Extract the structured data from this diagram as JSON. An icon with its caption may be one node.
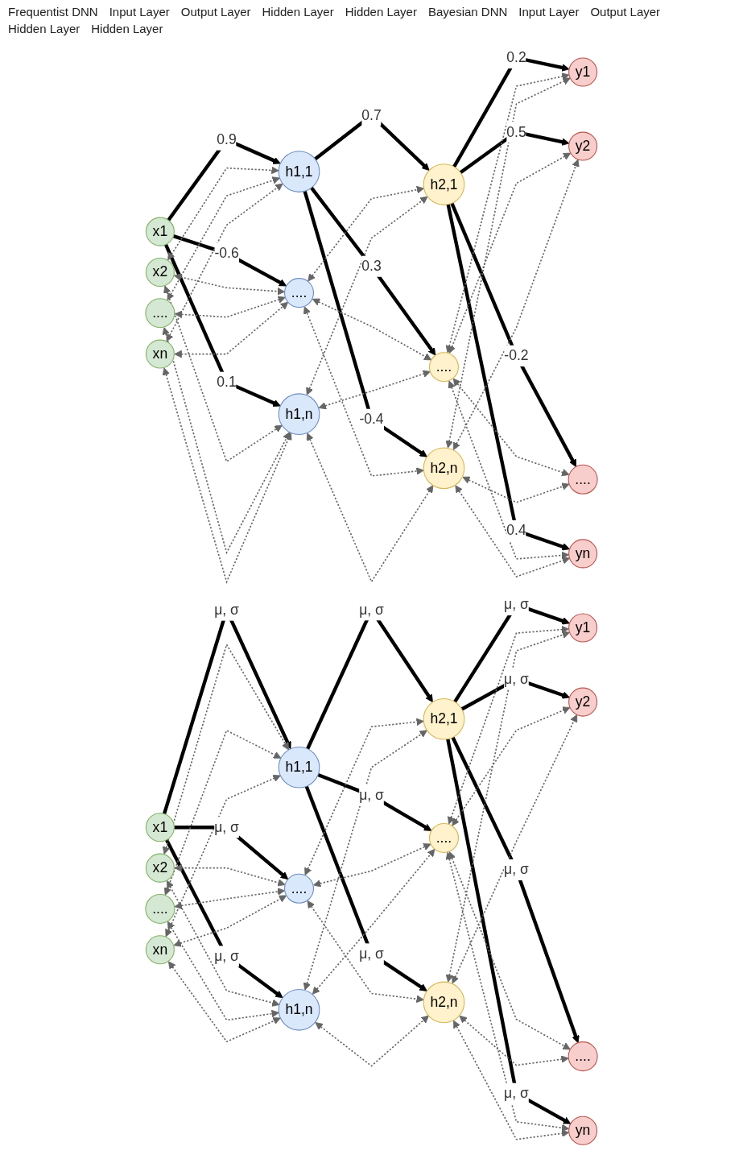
{
  "diagram": {
    "nodes": [
      {
        "text": [
          "x1"
        ]
      },
      {
        "text": [
          "x2"
        ]
      },
      {
        "text": [
          "...."
        ]
      },
      {
        "text": [
          "xn"
        ]
      },
      {
        "text": [
          "h1,1"
        ]
      },
      {
        "text": [
          "...."
        ]
      },
      {
        "text": [
          "h1,n"
        ]
      },
      {
        "text": [
          "h2,1"
        ]
      },
      {
        "text": [
          "...."
        ]
      },
      {
        "text": [
          "h2,n"
        ]
      },
      {
        "text": [
          "y1"
        ]
      },
      {
        "text": [
          "y2"
        ]
      },
      {
        "text": [
          "...."
        ]
      },
      {
        "text": [
          "yn"
        ]
      },
      {
        "text": [
          "x1"
        ]
      },
      {
        "text": [
          "x2"
        ]
      },
      {
        "text": [
          "...."
        ]
      },
      {
        "text": [
          "xn"
        ]
      },
      {
        "text": [
          "h1,1"
        ]
      },
      {
        "text": [
          "...."
        ]
      },
      {
        "text": [
          "h1,n"
        ]
      },
      {
        "text": [
          "h2,1"
        ]
      },
      {
        "text": [
          "...."
        ]
      },
      {
        "text": [
          "h2,n"
        ]
      },
      {
        "text": [
          "y1"
        ]
      },
      {
        "text": [
          "y2"
        ]
      },
      {
        "text": [
          "...."
        ]
      },
      {
        "text": [
          "yn"
        ]
      }
    ],
    "edges": [
      {
        "from": 0,
        "to": 4,
        "arrow": "to",
        "label": "0.9",
        "style": "thick",
        "color": "#000000"
      },
      {
        "from": 0,
        "to": 5,
        "arrow": "to",
        "label": "-0.6",
        "style": "thick",
        "color": "#000000"
      },
      {
        "from": 0,
        "to": 6,
        "arrow": "to",
        "label": "0.1",
        "style": "thick",
        "color": "#000000"
      },
      {
        "from": 1,
        "to": 4,
        "arrow": "both",
        "style": "dashed"
      },
      {
        "from": 1,
        "to": 5,
        "arrow": "both",
        "style": "dashed"
      },
      {
        "from": 1,
        "to": 6,
        "arrow": "both",
        "style": "dashed"
      },
      {
        "from": 2,
        "to": 4,
        "arrow": "both",
        "style": "dashed"
      },
      {
        "from": 2,
        "to": 5,
        "arrow": "both",
        "style": "dashed"
      },
      {
        "from": 2,
        "to": 6,
        "arrow": "both",
        "style": "dashed"
      },
      {
        "from": 3,
        "to": 4,
        "arrow": "both",
        "style": "dashed"
      },
      {
        "from": 3,
        "to": 5,
        "arrow": "both",
        "style": "dashed"
      },
      {
        "from": 3,
        "to": 6,
        "arrow": "both",
        "style": "dashed"
      },
      {
        "from": 4,
        "to": 7,
        "arrow": "to",
        "label": "0.7",
        "style": "thick",
        "color": "#000000"
      },
      {
        "from": 4,
        "to": 8,
        "arrow": "to",
        "label": "0.3",
        "style": "thick",
        "color": "#000000"
      },
      {
        "from": 4,
        "to": 9,
        "arrow": "to",
        "label": "-0.4",
        "style": "thick",
        "color": "#000000"
      },
      {
        "from": 5,
        "to": 7,
        "arrow": "both",
        "style": "dashed"
      },
      {
        "from": 5,
        "to": 8,
        "arrow": "both",
        "style": "dashed"
      },
      {
        "from": 5,
        "to": 9,
        "arrow": "both",
        "style": "dashed"
      },
      {
        "from": 6,
        "to": 7,
        "arrow": "both",
        "style": "dashed"
      },
      {
        "from": 6,
        "to": 8,
        "arrow": "both",
        "style": "dashed"
      },
      {
        "from": 6,
        "to": 9,
        "arrow": "both",
        "style": "dashed"
      },
      {
        "from": 7,
        "to": 10,
        "arrow": "to",
        "label": "0.2",
        "style": "thick",
        "color": "#000000"
      },
      {
        "from": 7,
        "to": 11,
        "arrow": "to",
        "label": "0.5",
        "style": "thick",
        "color": "#000000"
      },
      {
        "from": 7,
        "to": 12,
        "arrow": "to",
        "label": "-0.2",
        "style": "thick",
        "color": "#000000"
      },
      {
        "from": 7,
        "to": 13,
        "arrow": "to",
        "label": "0.4",
        "style": "thick",
        "color": "#000000"
      },
      {
        "from": 8,
        "to": 10,
        "arrow": "both",
        "style": "dashed"
      },
      {
        "from": 8,
        "to": 11,
        "arrow": "both",
        "style": "dashed"
      },
      {
        "from": 8,
        "to": 12,
        "arrow": "both",
        "style": "dashed"
      },
      {
        "from": 8,
        "to": 13,
        "arrow": "both",
        "style": "dashed"
      },
      {
        "from": 9,
        "to": 10,
        "arrow": "both",
        "style": "dashed"
      },
      {
        "from": 9,
        "to": 11,
        "arrow": "both",
        "style": "dashed"
      },
      {
        "from": 9,
        "to": 12,
        "arrow": "both",
        "style": "dashed"
      },
      {
        "from": 9,
        "to": 13,
        "arrow": "both",
        "style": "dashed"
      },
      {
        "from": 14,
        "to": 18,
        "arrow": "to",
        "label": "μ, σ",
        "style": "thick",
        "color": "#000000"
      },
      {
        "from": 14,
        "to": 19,
        "arrow": "to",
        "label": "μ, σ",
        "style": "thick",
        "color": "#000000"
      },
      {
        "from": 14,
        "to": 20,
        "arrow": "to",
        "label": "μ, σ",
        "style": "thick",
        "color": "#000000"
      },
      {
        "from": 15,
        "to": 18,
        "arrow": "both",
        "style": "dashed"
      },
      {
        "from": 15,
        "to": 19,
        "arrow": "both",
        "style": "dashed"
      },
      {
        "from": 15,
        "to": 20,
        "arrow": "both",
        "style": "dashed"
      },
      {
        "from": 16,
        "to": 18,
        "arrow": "both",
        "style": "dashed"
      },
      {
        "from": 16,
        "to": 19,
        "arrow": "both",
        "style": "dashed"
      },
      {
        "from": 16,
        "to": 20,
        "arrow": "both",
        "style": "dashed"
      },
      {
        "from": 17,
        "to": 18,
        "arrow": "both",
        "style": "dashed"
      },
      {
        "from": 17,
        "to": 19,
        "arrow": "both",
        "style": "dashed"
      },
      {
        "from": 17,
        "to": 20,
        "arrow": "both",
        "style": "dashed"
      },
      {
        "from": 18,
        "to": 21,
        "arrow": "to",
        "label": "μ, σ",
        "style": "thick",
        "color": "#000000"
      },
      {
        "from": 18,
        "to": 22,
        "arrow": "to",
        "label": "μ, σ",
        "style": "thick",
        "color": "#000000"
      },
      {
        "from": 18,
        "to": 23,
        "arrow": "to",
        "label": "μ, σ",
        "style": "thick",
        "color": "#000000"
      },
      {
        "from": 19,
        "to": 21,
        "arrow": "both",
        "style": "dashed"
      },
      {
        "from": 19,
        "to": 22,
        "arrow": "both",
        "style": "dashed"
      },
      {
        "from": 19,
        "to": 23,
        "arrow": "both",
        "style": "dashed"
      },
      {
        "from": 20,
        "to": 21,
        "arrow": "both",
        "style": "dashed"
      },
      {
        "from": 20,
        "to": 22,
        "arrow": "both",
        "style": "dashed"
      },
      {
        "from": 20,
        "to": 23,
        "arrow": "both",
        "style": "dashed"
      },
      {
        "from": 21,
        "to": 24,
        "arrow": "to",
        "label": "μ, σ",
        "style": "thick",
        "color": "#000000"
      },
      {
        "from": 21,
        "to": 25,
        "arrow": "to",
        "label": "μ, σ",
        "style": "thick",
        "color": "#000000"
      },
      {
        "from": 21,
        "to": 26,
        "arrow": "to",
        "label": "μ, σ",
        "style": "thick",
        "color": "#000000"
      },
      {
        "from": 21,
        "to": 27,
        "arrow": "to",
        "label": "μ, σ",
        "style": "thick",
        "color": "#000000"
      },
      {
        "from": 22,
        "to": 24,
        "arrow": "both",
        "style": "dashed"
      },
      {
        "from": 22,
        "to": 25,
        "arrow": "both",
        "style": "dashed"
      },
      {
        "from": 22,
        "to": 26,
        "arrow": "both",
        "style": "dashed"
      },
      {
        "from": 22,
        "to": 27,
        "arrow": "both",
        "style": "dashed"
      },
      {
        "from": 23,
        "to": 24,
        "arrow": "both",
        "style": "dashed"
      },
      {
        "from": 23,
        "to": 25,
        "arrow": "both",
        "style": "dashed"
      },
      {
        "from": 23,
        "to": 26,
        "arrow": "both",
        "style": "dashed"
      },
      {
        "from": 23,
        "to": 27,
        "arrow": "both",
        "style": "dashed"
      }
    ],
    "labels": [
      "Frequentist DNN",
      "Input Layer",
      "Output Layer",
      "Hidden Layer",
      "Hidden Layer",
      "Bayesian DNN",
      "Input Layer",
      "Output Layer",
      "Hidden Layer",
      "Hidden Layer"
    ]
  }
}
